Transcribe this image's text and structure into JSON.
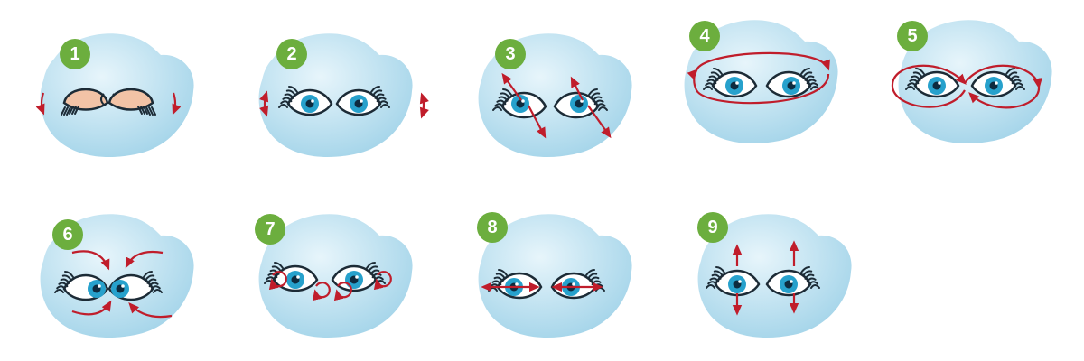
{
  "colors": {
    "blob_light": "#e7f5fb",
    "blob_dark": "#9fd2e8",
    "badge": "#6cae3e",
    "arrow": "#c01d2b",
    "eyelid": "#f2c3a6",
    "iris": "#27a1cc",
    "pupil": "#0e2b3f",
    "outline": "#1c2b36"
  },
  "exercises": [
    {
      "number": "1",
      "movement": "closed-eyes"
    },
    {
      "number": "2",
      "movement": "vertical-side"
    },
    {
      "number": "3",
      "movement": "diagonal"
    },
    {
      "number": "4",
      "movement": "horizontal-circle"
    },
    {
      "number": "5",
      "movement": "figure-eight"
    },
    {
      "number": "6",
      "movement": "converge"
    },
    {
      "number": "7",
      "movement": "rotation"
    },
    {
      "number": "8",
      "movement": "horizontal"
    },
    {
      "number": "9",
      "movement": "vertical"
    }
  ]
}
